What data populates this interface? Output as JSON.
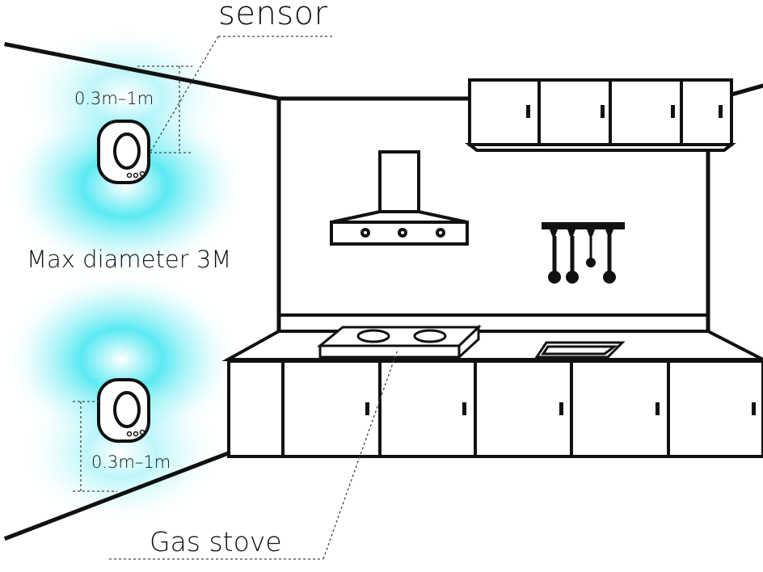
{
  "labels": {
    "sensor": "sensor",
    "top_range": "0.3m–1m",
    "bottom_range": "0.3m–1m",
    "diameter": "Max diameter 3M",
    "gas_stove": "Gas stove"
  },
  "colors": {
    "line": "#111111",
    "glow": "#3fe6f0",
    "background": "#ffffff"
  }
}
